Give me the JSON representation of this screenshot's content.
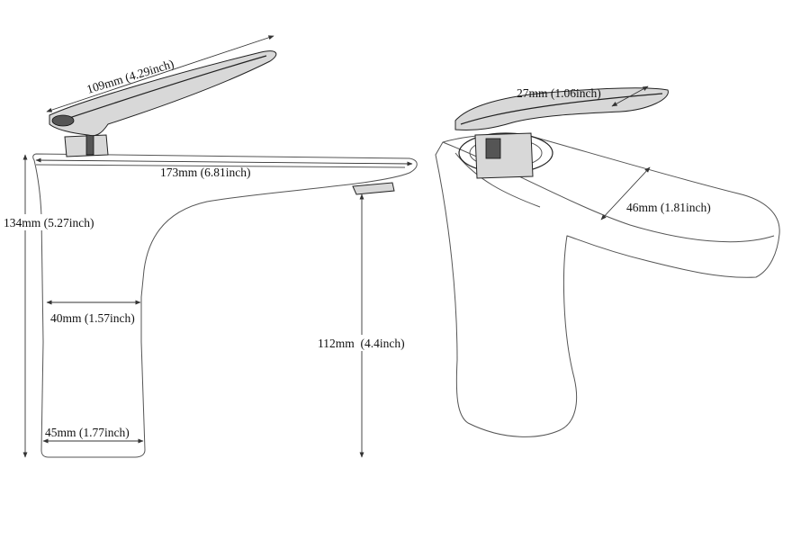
{
  "dimensions": {
    "lever_length": "109mm (4.29inch)",
    "spout_length": "173mm (6.81inch)",
    "total_height": "134mm (5.27inch)",
    "body_width": "40mm (1.57inch)",
    "outlet_height": "112mm  (4.4inch)",
    "base_width": "45mm (1.77inch)",
    "handle_width": "27mm (1.06inch)",
    "spout_width": "46mm (1.81inch)"
  },
  "colors": {
    "line": "#333333",
    "chrome": "#d8d8d8",
    "text": "#111111"
  }
}
